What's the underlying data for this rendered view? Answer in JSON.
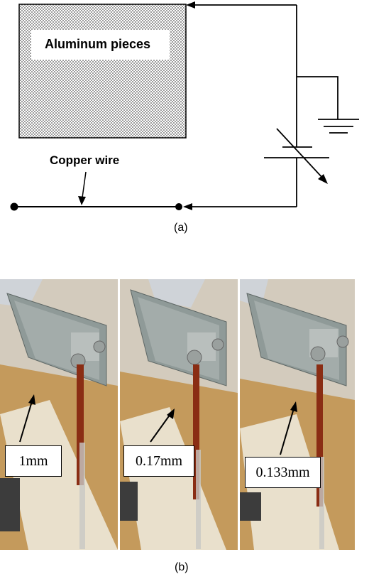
{
  "diagram": {
    "aluminum_label": "Aluminum pieces",
    "copper_label": "Copper wire",
    "caption_a": "(a)"
  },
  "photos": {
    "labels": [
      "1mm",
      "0.17mm",
      "0.133mm"
    ],
    "caption_b": "(b)"
  },
  "colors": {
    "wood": "#c49a5c",
    "aluminum": "#8f9a98",
    "foam": "#e9e0cc",
    "fluid": "#8a2d14"
  }
}
